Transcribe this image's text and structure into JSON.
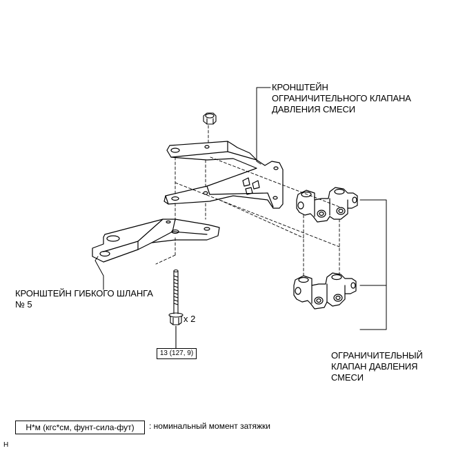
{
  "labels": {
    "bracket_valve": [
      "КРОНШТЕЙН",
      "ОГРАНИЧИТЕЛЬНОГО КЛАПАНА",
      "ДАВЛЕНИЯ СМЕСИ"
    ],
    "bracket_hose": [
      "КРОНШТЕЙН ГИБКОГО ШЛАНГА",
      "№ 5"
    ],
    "valve": [
      "ОГРАНИЧИТЕЛЬНЫЙ",
      "КЛАПАН ДАВЛЕНИЯ",
      "СМЕСИ"
    ]
  },
  "bolt_quantity": "x 2",
  "torque_value": "13 (127, 9)",
  "legend": {
    "box": "Н*м (кгс*см, фунт-сила-фут)",
    "description": ": номинальный момент затяжки"
  },
  "figure_id": "H"
}
